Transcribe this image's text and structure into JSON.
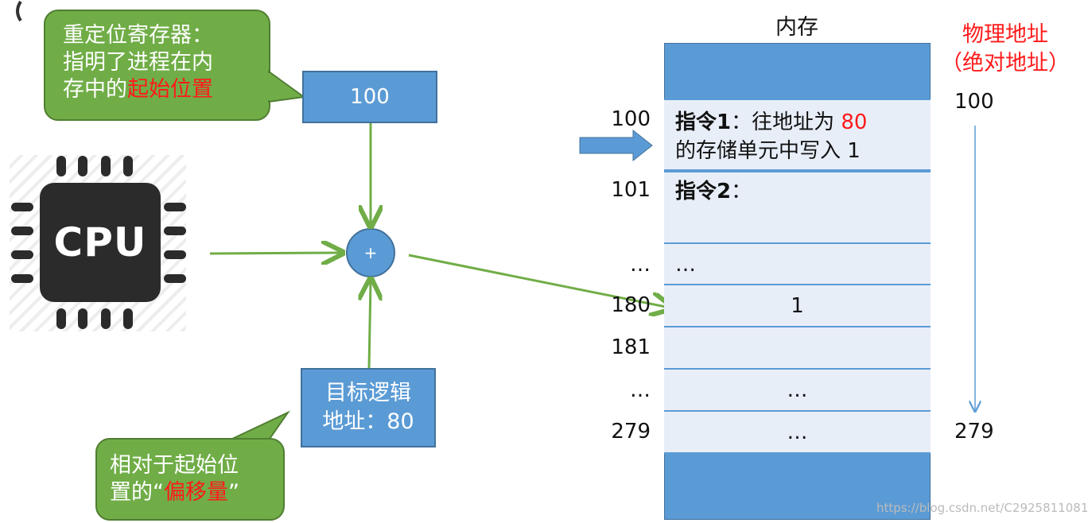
{
  "callout_register": {
    "line1": "重定位寄存器：",
    "line2": "指明了进程在内",
    "line3_prefix": "存中的",
    "line3_highlight": "起始位置"
  },
  "register_value": "100",
  "cpu_label": "CPU",
  "adder_symbol": "+",
  "logical_box": {
    "line1": "目标逻辑",
    "line2": "地址：80"
  },
  "callout_offset": {
    "line1": "相对于起始位",
    "line2_prefix": "置的“",
    "line2_highlight": "偏移量",
    "line2_suffix": "”"
  },
  "memory": {
    "title": "内存",
    "rows": [
      {
        "addr": "100",
        "bold": "指令1",
        "text1": "：往地址为 ",
        "highlight": "80",
        "text2": "的存储单元中写入 1"
      },
      {
        "addr": "101",
        "bold": "指令2",
        "text1": "："
      },
      {
        "addr": "…",
        "text1": "…"
      },
      {
        "addr": "180",
        "text1": "1"
      },
      {
        "addr": "181",
        "text1": ""
      },
      {
        "addr": "…",
        "text1": "…"
      },
      {
        "addr": "279",
        "text1": "…"
      }
    ]
  },
  "physical_address": {
    "title_line1": "物理地址",
    "title_line2": "（绝对地址）",
    "start": "100",
    "end": "279"
  },
  "watermark": "https://blog.csdn.net/C2925811081",
  "colors": {
    "callout_green": "#70ad47",
    "box_blue": "#5b9bd5",
    "row_fill": "#e8eef8",
    "highlight_red": "#ff1a1a",
    "arrow_green": "#70ad47"
  }
}
